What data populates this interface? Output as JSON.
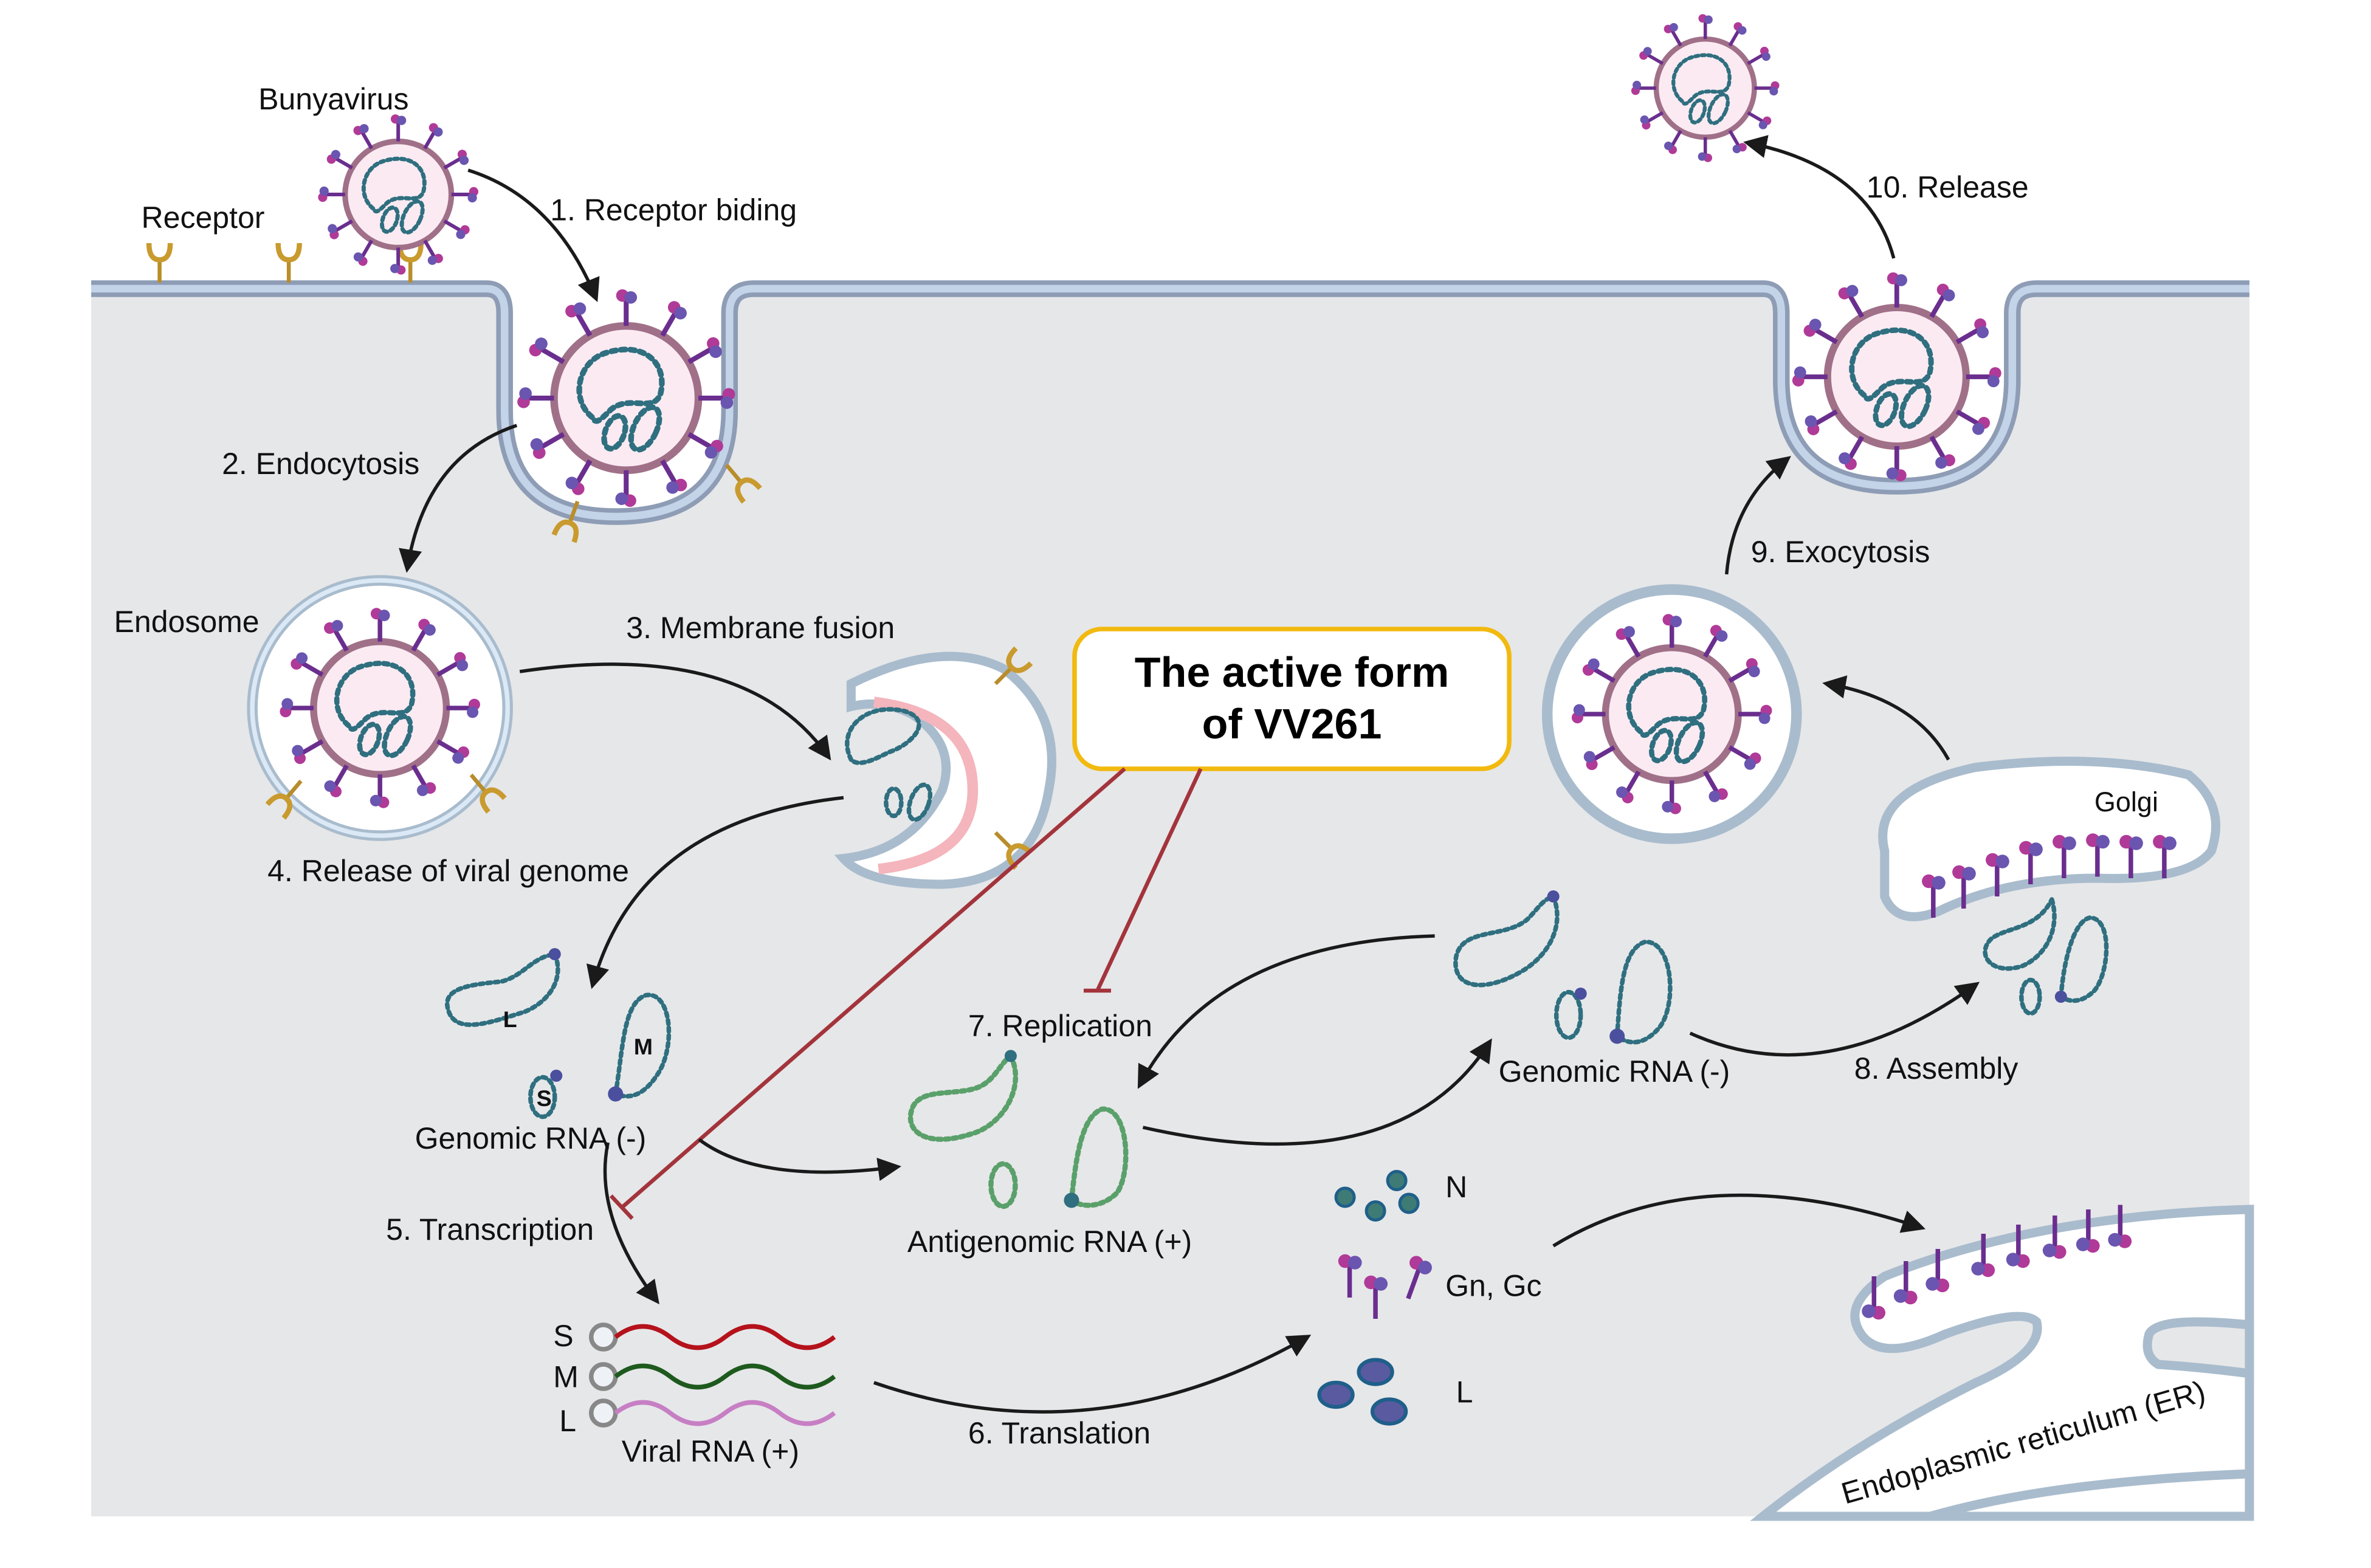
{
  "title": "Bunyavirus life cycle and VV261 inhibition",
  "labels": {
    "bunyavirus": "Bunyavirus",
    "receptor": "Receptor",
    "step1": "1. Receptor biding",
    "step2": "2. Endocytosis",
    "endosome": "Endosome",
    "step3": "3. Membrane fusion",
    "step4": "4. Release of viral genome",
    "genomic_rna_left": "Genomic RNA (-)",
    "segment_L": "L",
    "segment_M": "M",
    "segment_S": "S",
    "step5": "5. Transcription",
    "mrna_S": "S",
    "mrna_M": "M",
    "mrna_L": "L",
    "viral_rna": "Viral RNA (+)",
    "step6": "6. Translation",
    "step7": "7. Replication",
    "antigenomic_rna": "Antigenomic RNA (+)",
    "genomic_rna_right": "Genomic RNA (-)",
    "step8": "8. Assembly",
    "golgi": "Golgi",
    "step9": "9. Exocytosis",
    "step10": "10. Release",
    "protein_N": "N",
    "protein_GnGc": "Gn, Gc",
    "protein_L": "L",
    "er": "Endoplasmic reticulum (ER)"
  },
  "drug_box": {
    "line1": "The active form",
    "line2": "of VV261",
    "inhibits": [
      "5. Transcription",
      "7. Replication"
    ]
  },
  "colors": {
    "cytoplasm": "#e6e7e9",
    "membrane_outer": "#8e9db5",
    "membrane_inner": "#c3d3e8",
    "drug_box_border": "#f2b90f",
    "inhibition": "#a3343c",
    "mrna_S": "#b5121b",
    "mrna_M": "#1e5a1e",
    "mrna_L": "#c77fc4",
    "n_protein": "#3e7b74",
    "l_protein": "#5a5aa0"
  }
}
